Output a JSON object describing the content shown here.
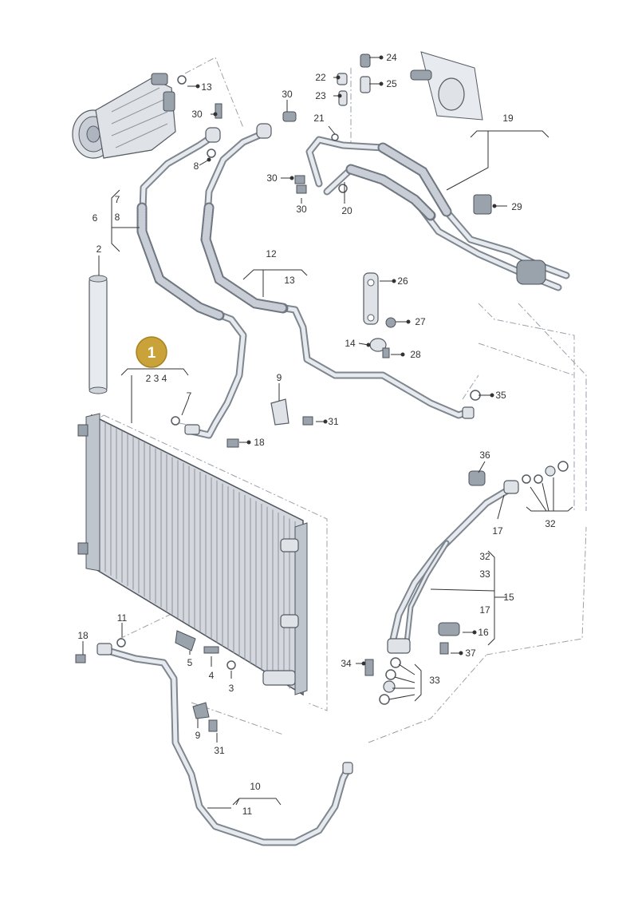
{
  "diagram": {
    "highlight_badge": "1",
    "callouts": {
      "c_2": "2",
      "c_234": "2 3 4",
      "c_3": "3",
      "c_4": "4",
      "c_5": "5",
      "c_6": "6",
      "c_7a": "7",
      "c_8a": "8",
      "c_7b": "7",
      "c_8b": "8",
      "c_9a": "9",
      "c_9b": "9",
      "c_10": "10",
      "c_11a": "11",
      "c_11b": "11",
      "c_12": "12",
      "c_13a": "13",
      "c_13b": "13",
      "c_14": "14",
      "c_15": "15",
      "c_16": "16",
      "c_17a": "17",
      "c_17b": "17",
      "c_18a": "18",
      "c_18b": "18",
      "c_19": "19",
      "c_20": "20",
      "c_21": "21",
      "c_22": "22",
      "c_23": "23",
      "c_24": "24",
      "c_25": "25",
      "c_26": "26",
      "c_27": "27",
      "c_28": "28",
      "c_29": "29",
      "c_30a": "30",
      "c_30b": "30",
      "c_30c": "30",
      "c_30d": "30",
      "c_31a": "31",
      "c_31b": "31",
      "c_32a": "32",
      "c_32b": "32",
      "c_33a": "33",
      "c_33b": "33",
      "c_34": "34",
      "c_35": "35",
      "c_36": "36",
      "c_37": "37"
    }
  }
}
